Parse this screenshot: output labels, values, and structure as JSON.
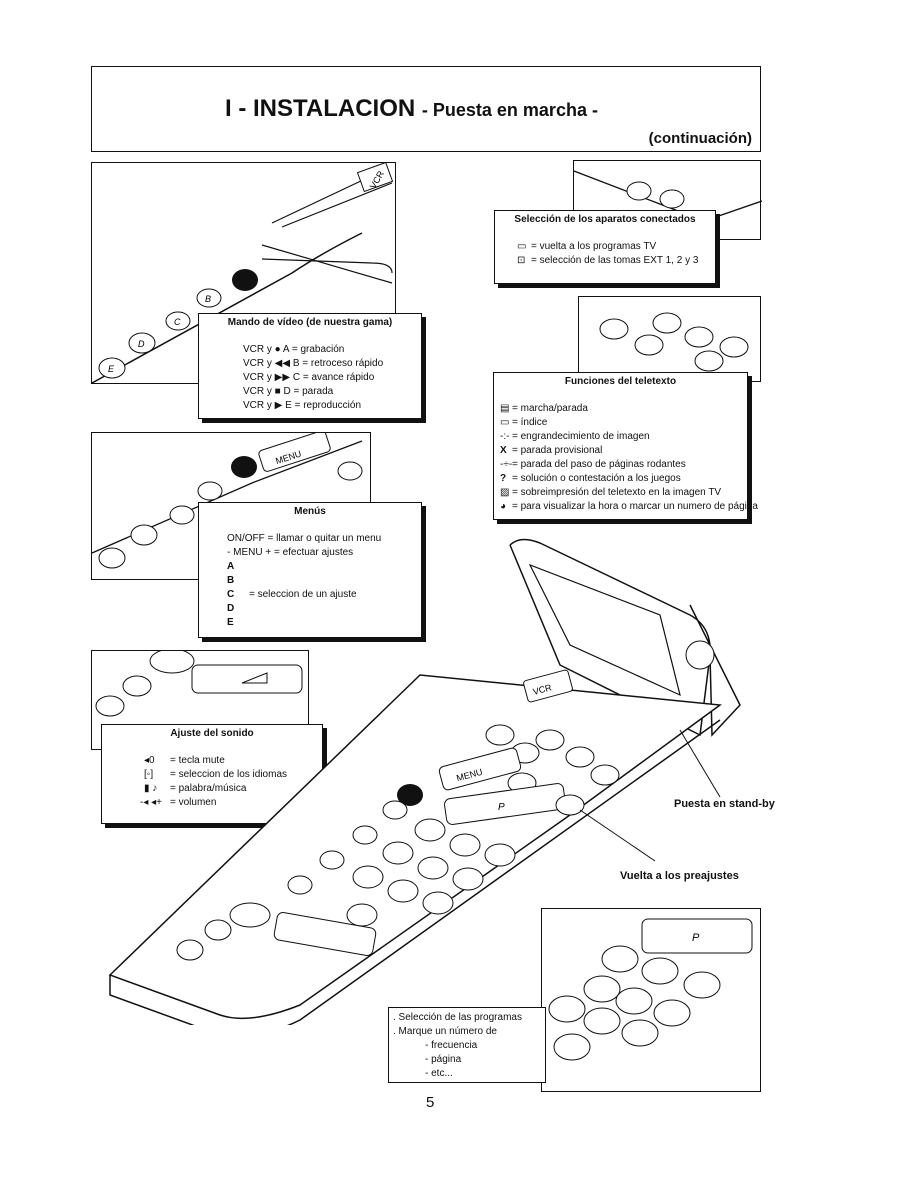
{
  "header": {
    "title": "I - INSTALACION",
    "subtitle": "- Puesta en marcha -",
    "continuation": "(continuación)"
  },
  "video": {
    "title": "Mando de vídeo (de nuestra gama)",
    "lines": [
      "VCR y ● A   = grabación",
      "VCR y ◀◀ B = retroceso rápido",
      "VCR y ▶▶ C = avance rápido",
      "VCR y ■ D   = parada",
      "VCR y ▶ E   = reproducción"
    ]
  },
  "menus": {
    "title": "Menús",
    "lines": [
      "ON/OFF = llamar o quitar un menu",
      "- MENU + = efectuar ajustes",
      "A",
      "B",
      "C",
      "D",
      "E"
    ],
    "c_desc": "= seleccion de un ajuste"
  },
  "sound": {
    "title": "Ajuste del sonido",
    "lines": [
      "= tecla mute",
      "= seleccion de los idiomas",
      "= palabra/música",
      "= volumen"
    ],
    "icons": [
      "mute-icon",
      "language-icon",
      "speech-music-icon",
      "volume-icon"
    ],
    "symbols": [
      "◂0",
      "[◦]",
      "▮ ♪",
      "-◂ ◂+"
    ]
  },
  "connected": {
    "title": "Selección de los aparatos conectados",
    "lines": [
      "= vuelta a los programas TV",
      "= selección de las tomas EXT 1, 2 y 3"
    ]
  },
  "teletext": {
    "title": "Funciones del teletexto",
    "lines": [
      "= marcha/parada",
      "= índice",
      "= engrandecimiento de imagen",
      "= parada provisional",
      "= parada del paso de páginas rodantes",
      "= solución o contestación a los juegos",
      "= sobreimpresión del teletexto en la imagen TV",
      "= para visualizar la hora o marcar un numero de página"
    ],
    "symbols": [
      "▤",
      "▭",
      "-:-",
      "X",
      "-÷-",
      "?",
      "▨",
      "◕"
    ]
  },
  "callouts": {
    "standby": "Puesta en stand-by",
    "presets": "Vuelta a los preajustes"
  },
  "programs": {
    "lines": [
      ". Selección de las programas",
      ". Marque un número de",
      "- frecuencia",
      "- página",
      "- etc..."
    ]
  },
  "remote_labels": {
    "vcr": "VCR",
    "menu": "MENU",
    "p": "P"
  },
  "page_number": "5"
}
